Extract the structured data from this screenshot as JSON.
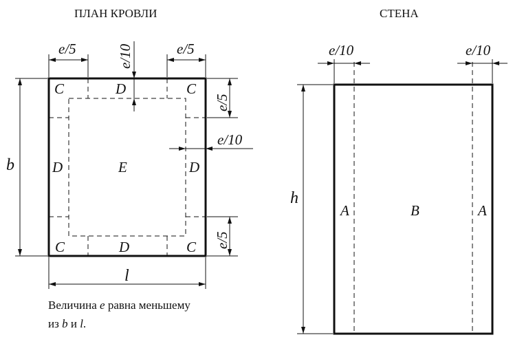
{
  "plan": {
    "title": "ПЛАН КРОВЛИ",
    "dims": {
      "top_left": "e/5",
      "top_center": "e/10",
      "top_right": "e/5",
      "right_upper": "e/5",
      "right_middle": "e/10",
      "right_lower": "e/5",
      "left": "b",
      "bottom": "l"
    },
    "zones": {
      "c_top_left": "C",
      "d_top": "D",
      "c_top_right": "C",
      "d_left": "D",
      "e_center": "E",
      "d_right": "D",
      "c_bottom_left": "C",
      "d_bottom": "D",
      "c_bottom_right": "C"
    },
    "note": {
      "line1_prefix": "Величина ",
      "line1_var": "e",
      "line1_suffix": " равна меньшему",
      "line2_prefix": "из ",
      "line2_var_b": "b",
      "line2_middle": " и ",
      "line2_var_l": "l",
      "line2_suffix": "."
    }
  },
  "wall": {
    "title": "СТЕНА",
    "dims": {
      "top_left": "e/10",
      "top_right": "e/10",
      "height": "h"
    },
    "zones": {
      "a_left": "A",
      "b_center": "B",
      "a_right": "A"
    }
  }
}
